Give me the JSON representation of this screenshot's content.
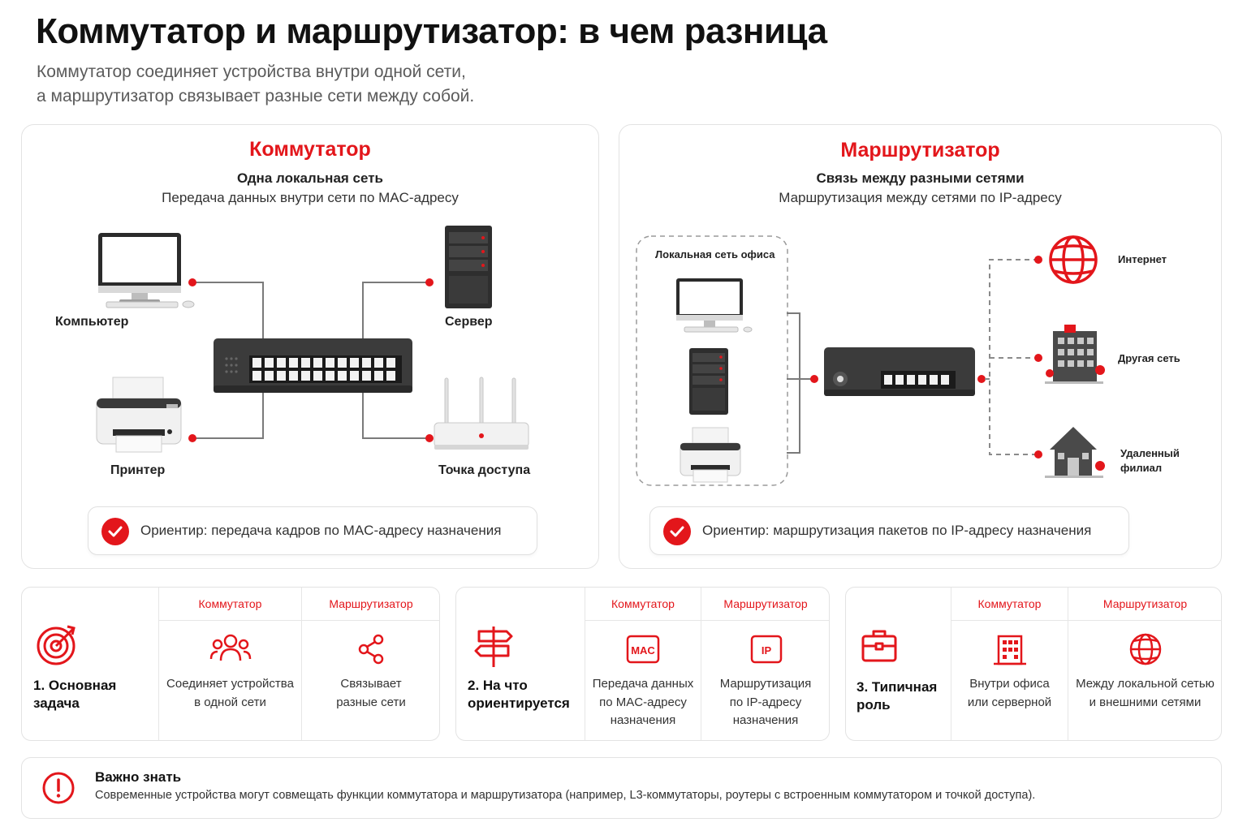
{
  "header": {
    "title": "Коммутатор и маршрутизатор: в чем разница",
    "subtitle_line1": "Коммутатор соединяет устройства внутри одной сети,",
    "subtitle_line2": "а маршрутизатор связывает разные сети между собой."
  },
  "switch_panel": {
    "title": "Коммутатор",
    "subtitle_bold": "Одна локальная сеть",
    "subtitle": "Передача данных внутри сети по MAC-адресу",
    "devices": {
      "computer": "Компьютер",
      "server": "Сервер",
      "printer": "Принтер",
      "access_point": "Точка доступа"
    },
    "note": "Ориентир: передача кадров по MAC-адресу назначения"
  },
  "router_panel": {
    "title": "Маршрутизатор",
    "subtitle_bold": "Связь между разными сетями",
    "subtitle": "Маршрутизация между сетями по IP-адресу",
    "lan_group": "Локальная сеть офиса",
    "destinations": {
      "internet": "Интернет",
      "other_network": "Другая сеть",
      "remote_line1": "Удаленный",
      "remote_line2": "филиал"
    },
    "note": "Ориентир: маршрутизация пакетов по IP-адресу назначения"
  },
  "comparison": {
    "col_switch": "Коммутатор",
    "col_router": "Маршрутизатор",
    "cards": [
      {
        "title_line1": "1. Основная",
        "title_line2": "задача",
        "switch_text": [
          "Соединяет устройства",
          "в одной сети"
        ],
        "router_text": [
          "Связывает",
          "разные сети"
        ]
      },
      {
        "title_line1": "2. На что",
        "title_line2": "ориентируется",
        "switch_icon_text": "MAC",
        "router_icon_text": "IP",
        "switch_text": [
          "Передача данных",
          "по MAC-адресу",
          "назначения"
        ],
        "router_text": [
          "Маршрутизация",
          "по IP-адресу",
          "назначения"
        ]
      },
      {
        "title_line1": "3. Типичная",
        "title_line2": "роль",
        "switch_text": [
          "Внутри офиса",
          "или серверной"
        ],
        "router_text": [
          "Между локальной сетью",
          "и внешними сетями"
        ]
      }
    ]
  },
  "warning": {
    "title": "Важно знать",
    "text": "Современные устройства могут совмещать функции коммутатора и маршрутизатора (например, L3-коммутаторы, роутеры с встроенным коммутатором и точкой доступа)."
  },
  "colors": {
    "accent": "#e3161b",
    "text": "#1a1a1a",
    "muted": "#5b5b5b",
    "border": "#e3e3e3"
  },
  "icons": [
    "check-icon",
    "target-icon",
    "users-icon",
    "share-icon",
    "signpost-icon",
    "mac-tag-icon",
    "ip-tag-icon",
    "briefcase-icon",
    "building-icon",
    "globe-icon",
    "alert-icon"
  ]
}
